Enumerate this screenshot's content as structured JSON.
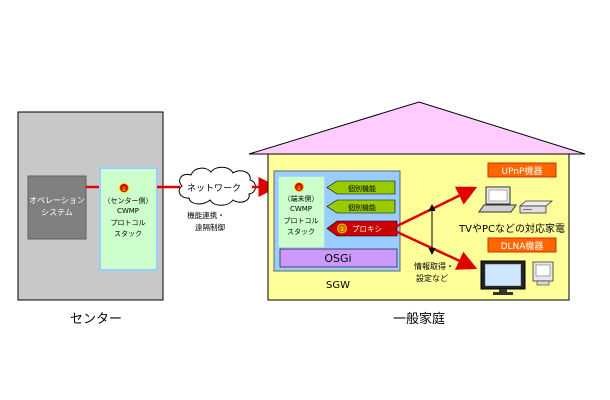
{
  "center": {
    "caption": "センター",
    "ops_line1": "オペレーション",
    "ops_line2": "システム",
    "stack_badge": "①",
    "stack_line1": "（センター側）",
    "stack_line2": "CWMP",
    "stack_line3": "プロトコル",
    "stack_line4": "スタック"
  },
  "network": {
    "label": "ネットワーク",
    "control_line1": "機能連携・",
    "control_line2": "遠隔制御"
  },
  "home": {
    "caption": "一般家庭",
    "sgw_label": "SGW",
    "osgi_label": "OSGi",
    "stack_badge": "①",
    "stack_line1": "（端末側）",
    "stack_line2": "CWMP",
    "stack_line3": "プロトコル",
    "stack_line4": "スタック",
    "func1": "個別機能",
    "func2": "個別機能",
    "proxy_badge": "②",
    "proxy_label": "プロキシ",
    "info_line1": "情報取得・",
    "info_line2": "設定など",
    "upnp_label": "UPnP機器",
    "dlna_label": "DLNA機器",
    "devices_text": "TVやPCなどの対応家電"
  },
  "colors": {
    "center_bg": "#c8c8c8",
    "ops_box": "#808080",
    "stack_fill": "#ccffcc",
    "stack_border": "#99ccff",
    "house_wall": "#ffff99",
    "house_roof": "#ffccff",
    "sgw_box": "#99ccff",
    "osgi_bar": "#cc99ff",
    "func_green": "#99cc00",
    "proxy_red": "#cc0000",
    "device_label": "#ff6600",
    "link_red": "#e00000"
  }
}
